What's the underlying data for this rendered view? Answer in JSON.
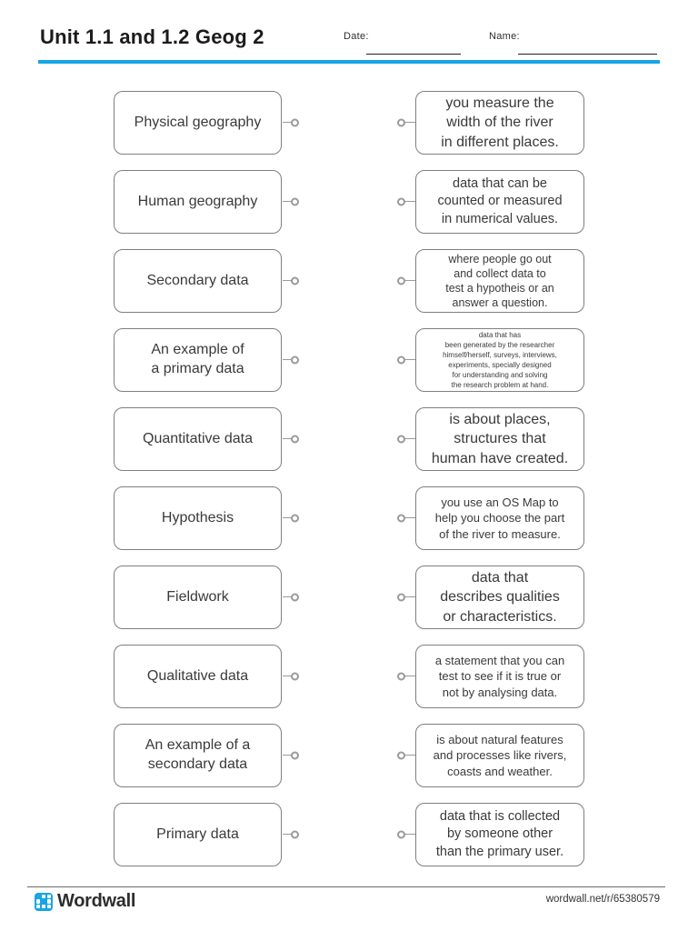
{
  "header": {
    "title": "Unit 1.1 and 1.2 Geog 2",
    "date_label": "Date:",
    "name_label": "Name:"
  },
  "colors": {
    "accent_blue": "#16a5e6",
    "card_border": "#7f7f7f",
    "connector_gray": "#9a9a9a",
    "text": "#3a3a3a"
  },
  "pairs": [
    {
      "term": "Physical geography",
      "definition": "you measure the\nwidth of the river\nin different places."
    },
    {
      "term": "Human geography",
      "definition": "data that can be\ncounted or measured\nin numerical values."
    },
    {
      "term": "Secondary data",
      "definition": "where people go out\nand collect data to\ntest a hypotheis or an\nanswer a question."
    },
    {
      "term": "An example of\na primary data",
      "definition": "data that has\nbeen generated by the researcher\nhimself/herself, surveys, interviews,\nexperiments, specially designed\nfor understanding and solving\nthe research problem at hand."
    },
    {
      "term": "Quantitative data",
      "definition": "is about places,\nstructures that\nhuman have created."
    },
    {
      "term": "Hypothesis",
      "definition": "you use an OS Map to\nhelp you choose the part\nof the river to measure."
    },
    {
      "term": "Fieldwork",
      "definition": "data that\ndescribes qualities\nor characteristics."
    },
    {
      "term": "Qualitative data",
      "definition": "a statement that you can\ntest to see if it is true or\nnot by analysing data."
    },
    {
      "term": "An example of a\nsecondary data",
      "definition": "is about natural features\nand processes like rivers,\ncoasts and weather."
    },
    {
      "term": "Primary data",
      "definition": "data that is collected\nby someone other\nthan the primary user."
    }
  ],
  "footer": {
    "brand": "Wordwall",
    "url": "wordwall.net/r/65380579"
  }
}
